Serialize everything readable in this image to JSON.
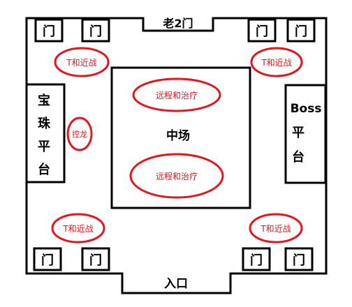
{
  "colors": {
    "outline": "#000000",
    "highlight": "#e8131b",
    "background": "#ffffff"
  },
  "labels": {
    "top_entrance": "老2门",
    "bottom_entrance": "入口",
    "center": "中场",
    "door": "门",
    "melee": "T和近战",
    "ranged_heal": "远程和治疗",
    "dragon_control": "控龙"
  },
  "left_platform": {
    "chars": [
      "宝",
      "珠",
      "平",
      "台"
    ]
  },
  "right_platform": {
    "title": "Boss",
    "chars": [
      "平",
      "台"
    ]
  }
}
